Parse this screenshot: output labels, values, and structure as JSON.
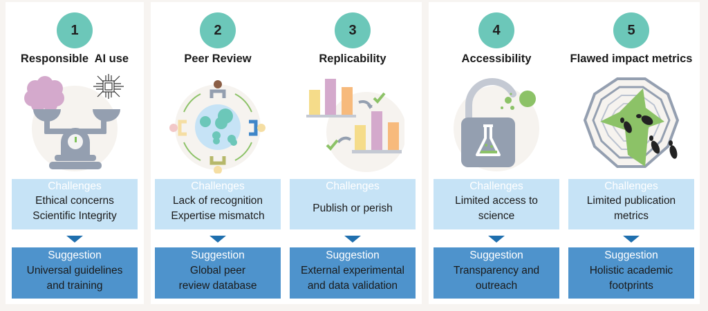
{
  "colors": {
    "background": "#f7f4f1",
    "badge": "#6cc7b9",
    "challenge_box": "#c6e3f6",
    "suggestion_box": "#4e93cc",
    "arrow": "#1f6fae"
  },
  "challenge_header": "Challenges",
  "suggestion_header": "Suggestion",
  "items": [
    {
      "number": "1",
      "title": "Responsible  AI use",
      "icon": "balance-scale-brain-vs-chip-icon",
      "challenges": [
        "Ethical concerns",
        "Scientific Integrity"
      ],
      "suggestion": [
        "Universal guidelines",
        "and training"
      ]
    },
    {
      "number": "2",
      "title": "Peer Review",
      "icon": "globe-with-reviewers-icon",
      "challenges": [
        "Lack of recognition",
        "Expertise mismatch"
      ],
      "suggestion": [
        "Global peer",
        "review database"
      ]
    },
    {
      "number": "3",
      "title": "Replicability",
      "icon": "bar-charts-replication-icon",
      "challenges": [
        "Publish or perish"
      ],
      "suggestion": [
        "External experimental",
        "and data validation"
      ]
    },
    {
      "number": "4",
      "title": "Accessibility",
      "icon": "flask-lock-icon",
      "challenges": [
        "Limited access to",
        "science"
      ],
      "suggestion": [
        "Transparency and",
        "outreach"
      ]
    },
    {
      "number": "5",
      "title": "Flawed impact metrics",
      "icon": "radar-footprints-icon",
      "challenges": [
        "Limited publication",
        "metrics"
      ],
      "suggestion": [
        "Holistic academic",
        "footprints"
      ]
    }
  ]
}
